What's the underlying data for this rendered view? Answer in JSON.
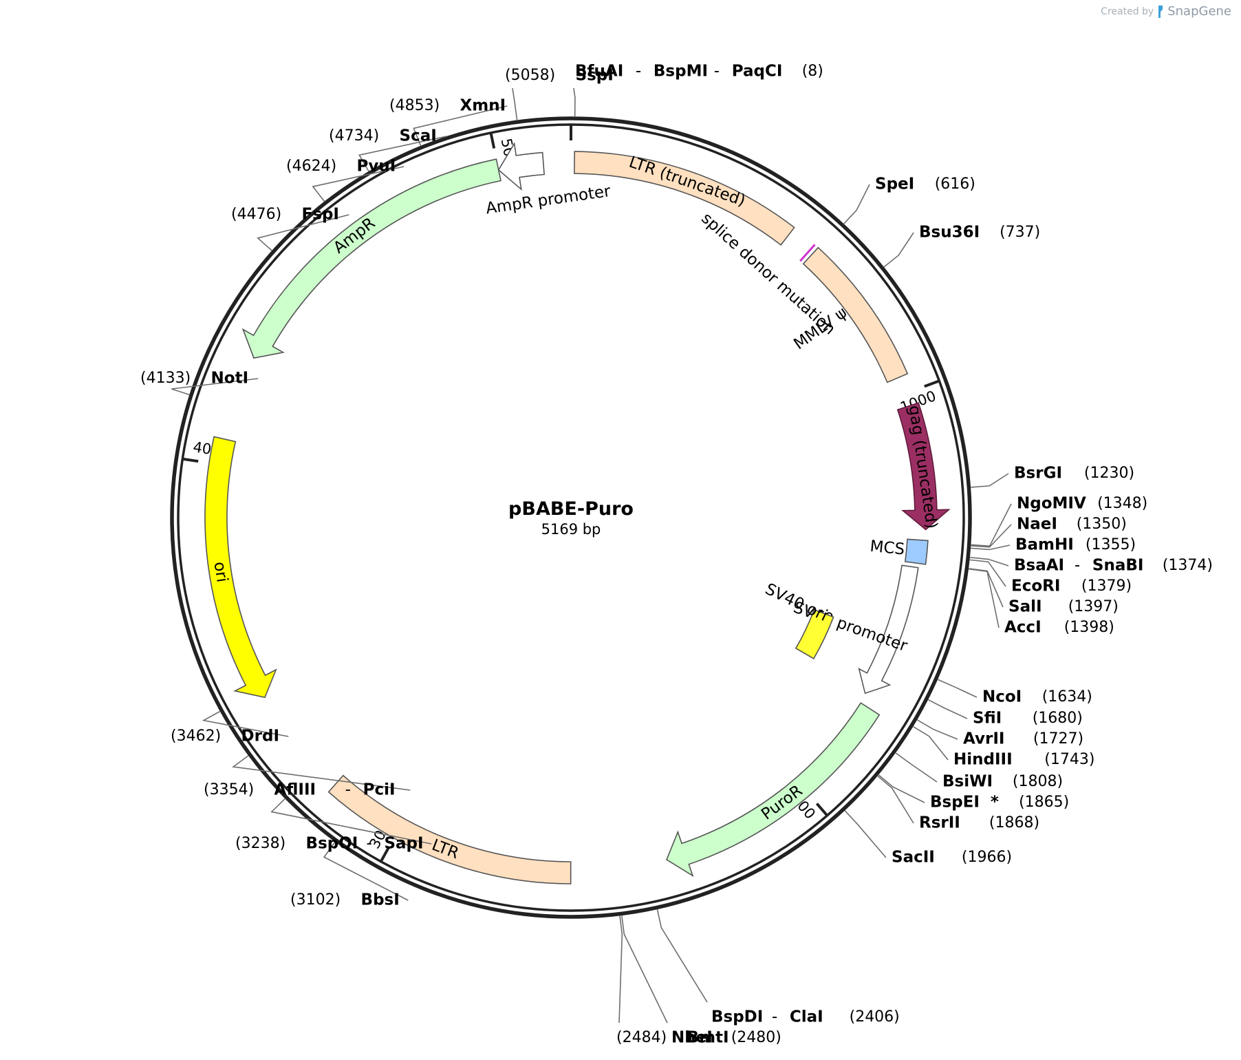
{
  "credit": {
    "prefix": "Created by",
    "brand": "SnapGene"
  },
  "plasmid": {
    "name": "pBABE-Puro",
    "length_label": "5169 bp",
    "length": 5169
  },
  "ticks": [
    {
      "pos": 1000,
      "label": "1000"
    },
    {
      "pos": 2000,
      "label": "2000"
    },
    {
      "pos": 3000,
      "label": "3000"
    },
    {
      "pos": 4000,
      "label": "4000"
    },
    {
      "pos": 5000,
      "label": "5000"
    }
  ],
  "features": [
    {
      "name": "LTR (truncated)",
      "start": 8,
      "end": 540,
      "direction": "none",
      "color": "#ffe0c0",
      "label_pos": "on"
    },
    {
      "name": "MMLV ψ",
      "start": 610,
      "end": 960,
      "direction": "none",
      "color": "#ffe0c0",
      "label_pos": "inside"
    },
    {
      "name": "splice donor mutation",
      "start": 600,
      "end": 602,
      "direction": "none",
      "color": "#cc33cc",
      "label_pos": "inside-arc"
    },
    {
      "name": "gag (truncated)",
      "start": 1030,
      "end": 1320,
      "direction": "cw",
      "color": "#9b2f63",
      "label_pos": "on-white"
    },
    {
      "name": "MCS",
      "start": 1345,
      "end": 1400,
      "direction": "none",
      "color": "#9ecbff",
      "label_pos": "inside"
    },
    {
      "name": "SV40 promoter",
      "start": 1410,
      "end": 1735,
      "direction": "cw",
      "color": "#ffffff",
      "label_pos": "inside"
    },
    {
      "name": "SV40 ori",
      "start": 1590,
      "end": 1725,
      "direction": "none",
      "color": "#ffff33",
      "label_pos": "inside"
    },
    {
      "name": "PuroR",
      "start": 1760,
      "end": 2360,
      "direction": "cw",
      "color": "#ccffcc",
      "label_pos": "on"
    },
    {
      "name": "LTR",
      "start": 2585,
      "end": 3180,
      "direction": "none",
      "color": "#ffe0c0",
      "label_pos": "on"
    },
    {
      "name": "ori",
      "start": 3440,
      "end": 4060,
      "direction": "ccw",
      "color": "#ffff00",
      "label_pos": "on"
    },
    {
      "name": "AmpR",
      "start": 4260,
      "end": 5000,
      "direction": "ccw",
      "color": "#ccffcc",
      "label_pos": "on"
    },
    {
      "name": "AmpR promoter",
      "start": 5000,
      "end": 5105,
      "direction": "ccw",
      "color": "#ffffff",
      "label_pos": "inside"
    }
  ],
  "sites": [
    {
      "parts": [
        "BfuAI",
        "BspMI",
        "PaqCI"
      ],
      "pos": "(8)",
      "bp": 8,
      "pos_side": "right"
    },
    {
      "parts": [
        "SpeI"
      ],
      "pos": "(616)",
      "bp": 616,
      "pos_side": "right"
    },
    {
      "parts": [
        "Bsu36I"
      ],
      "pos": "(737)",
      "bp": 737,
      "pos_side": "right"
    },
    {
      "parts": [
        "BsrGI"
      ],
      "pos": "(1230)",
      "bp": 1230,
      "pos_side": "right"
    },
    {
      "parts": [
        "NgoMIV"
      ],
      "pos": "(1348)",
      "bp": 1348,
      "pos_side": "right"
    },
    {
      "parts": [
        "NaeI"
      ],
      "pos": "(1350)",
      "bp": 1350,
      "pos_side": "right"
    },
    {
      "parts": [
        "BamHI"
      ],
      "pos": "(1355)",
      "bp": 1355,
      "pos_side": "right"
    },
    {
      "parts": [
        "BsaAI",
        "SnaBI"
      ],
      "pos": "(1374)",
      "bp": 1374,
      "pos_side": "right"
    },
    {
      "parts": [
        "EcoRI"
      ],
      "pos": "(1379)",
      "bp": 1379,
      "pos_side": "right"
    },
    {
      "parts": [
        "SalI"
      ],
      "pos": "(1397)",
      "bp": 1397,
      "pos_side": "right"
    },
    {
      "parts": [
        "AccI"
      ],
      "pos": "(1398)",
      "bp": 1398,
      "pos_side": "right"
    },
    {
      "parts": [
        "NcoI"
      ],
      "pos": "(1634)",
      "bp": 1634,
      "pos_side": "right"
    },
    {
      "parts": [
        "SfiI"
      ],
      "pos": "(1680)",
      "bp": 1680,
      "pos_side": "right"
    },
    {
      "parts": [
        "AvrII"
      ],
      "pos": "(1727)",
      "bp": 1727,
      "pos_side": "right"
    },
    {
      "parts": [
        "HindIII"
      ],
      "pos": "(1743)",
      "bp": 1743,
      "pos_side": "right"
    },
    {
      "parts": [
        "BsiWI"
      ],
      "pos": "(1808)",
      "bp": 1808,
      "pos_side": "right"
    },
    {
      "parts": [
        "BspEI"
      ],
      "pos": "(1865)",
      "bp": 1865,
      "pos_side": "right",
      "muted": true,
      "note": "*"
    },
    {
      "parts": [
        "RsrII"
      ],
      "pos": "(1868)",
      "bp": 1868,
      "pos_side": "right"
    },
    {
      "parts": [
        "SacII"
      ],
      "pos": "(1966)",
      "bp": 1966,
      "pos_side": "right"
    },
    {
      "parts": [
        "BspDI",
        "ClaI"
      ],
      "pos": "(2406)",
      "bp": 2406,
      "pos_side": "right"
    },
    {
      "parts": [
        "NheI"
      ],
      "pos": "(2480)",
      "bp": 2480,
      "pos_side": "right"
    },
    {
      "parts": [
        "BmtI"
      ],
      "pos": "(2484)",
      "bp": 2484,
      "pos_side": "left"
    },
    {
      "parts": [
        "BbsI"
      ],
      "pos": "(3102)",
      "bp": 3102,
      "pos_side": "left"
    },
    {
      "parts": [
        "BspQI",
        "SapI"
      ],
      "pos": "(3238)",
      "bp": 3238,
      "pos_side": "left"
    },
    {
      "parts": [
        "AflIII",
        "PciI"
      ],
      "pos": "(3354)",
      "bp": 3354,
      "pos_side": "left"
    },
    {
      "parts": [
        "DrdI"
      ],
      "pos": "(3462)",
      "bp": 3462,
      "pos_side": "left"
    },
    {
      "parts": [
        "NotI"
      ],
      "pos": "(4133)",
      "bp": 4133,
      "pos_side": "left"
    },
    {
      "parts": [
        "FspI"
      ],
      "pos": "(4476)",
      "bp": 4476,
      "pos_side": "left"
    },
    {
      "parts": [
        "PvuI"
      ],
      "pos": "(4624)",
      "bp": 4624,
      "pos_side": "left"
    },
    {
      "parts": [
        "ScaI"
      ],
      "pos": "(4734)",
      "bp": 4734,
      "pos_side": "left"
    },
    {
      "parts": [
        "XmnI"
      ],
      "pos": "(4853)",
      "bp": 4853,
      "pos_side": "left"
    },
    {
      "parts": [
        "SspI"
      ],
      "pos": "(5058)",
      "bp": 5058,
      "pos_side": "left"
    }
  ]
}
